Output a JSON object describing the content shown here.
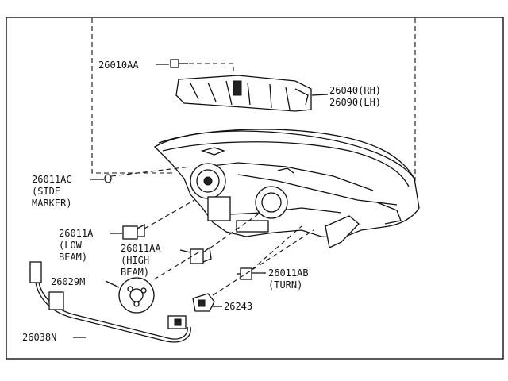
{
  "labels": {
    "p26010AA": "26010AA",
    "p26040": "26040(RH)",
    "p26090": "26090(LH)",
    "p26011AC": "26011AC",
    "p26011AC_desc1": "(SIDE",
    "p26011AC_desc2": "MARKER)",
    "p26011A": "26011A",
    "p26011A_desc1": "(LOW",
    "p26011A_desc2": "BEAM)",
    "p26011AA": "26011AA",
    "p26011AA_desc1": "(HIGH",
    "p26011AA_desc2": "BEAM)",
    "p26029M": "26029M",
    "p26011AB": "26011AB",
    "p26011AB_desc": "(TURN)",
    "p26243": "26243",
    "p26038N": "26038N"
  }
}
